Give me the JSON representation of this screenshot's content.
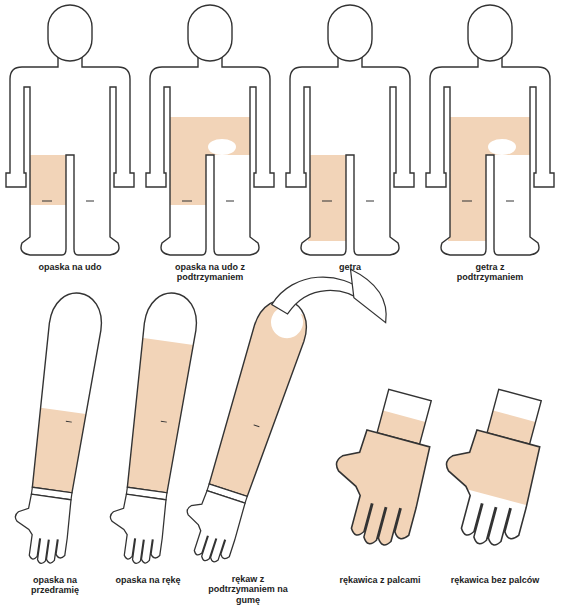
{
  "diagram": {
    "labels": [
      "opaska na udo",
      "opaska na udo z podtrzymaniem",
      "getra",
      "getra z podtrzymaniem",
      "opaska na przedramię",
      "opaska na rękę",
      "rękaw z podtrzymaniem na gumę",
      "rękawica z palcami",
      "rękawica bez palców"
    ]
  }
}
